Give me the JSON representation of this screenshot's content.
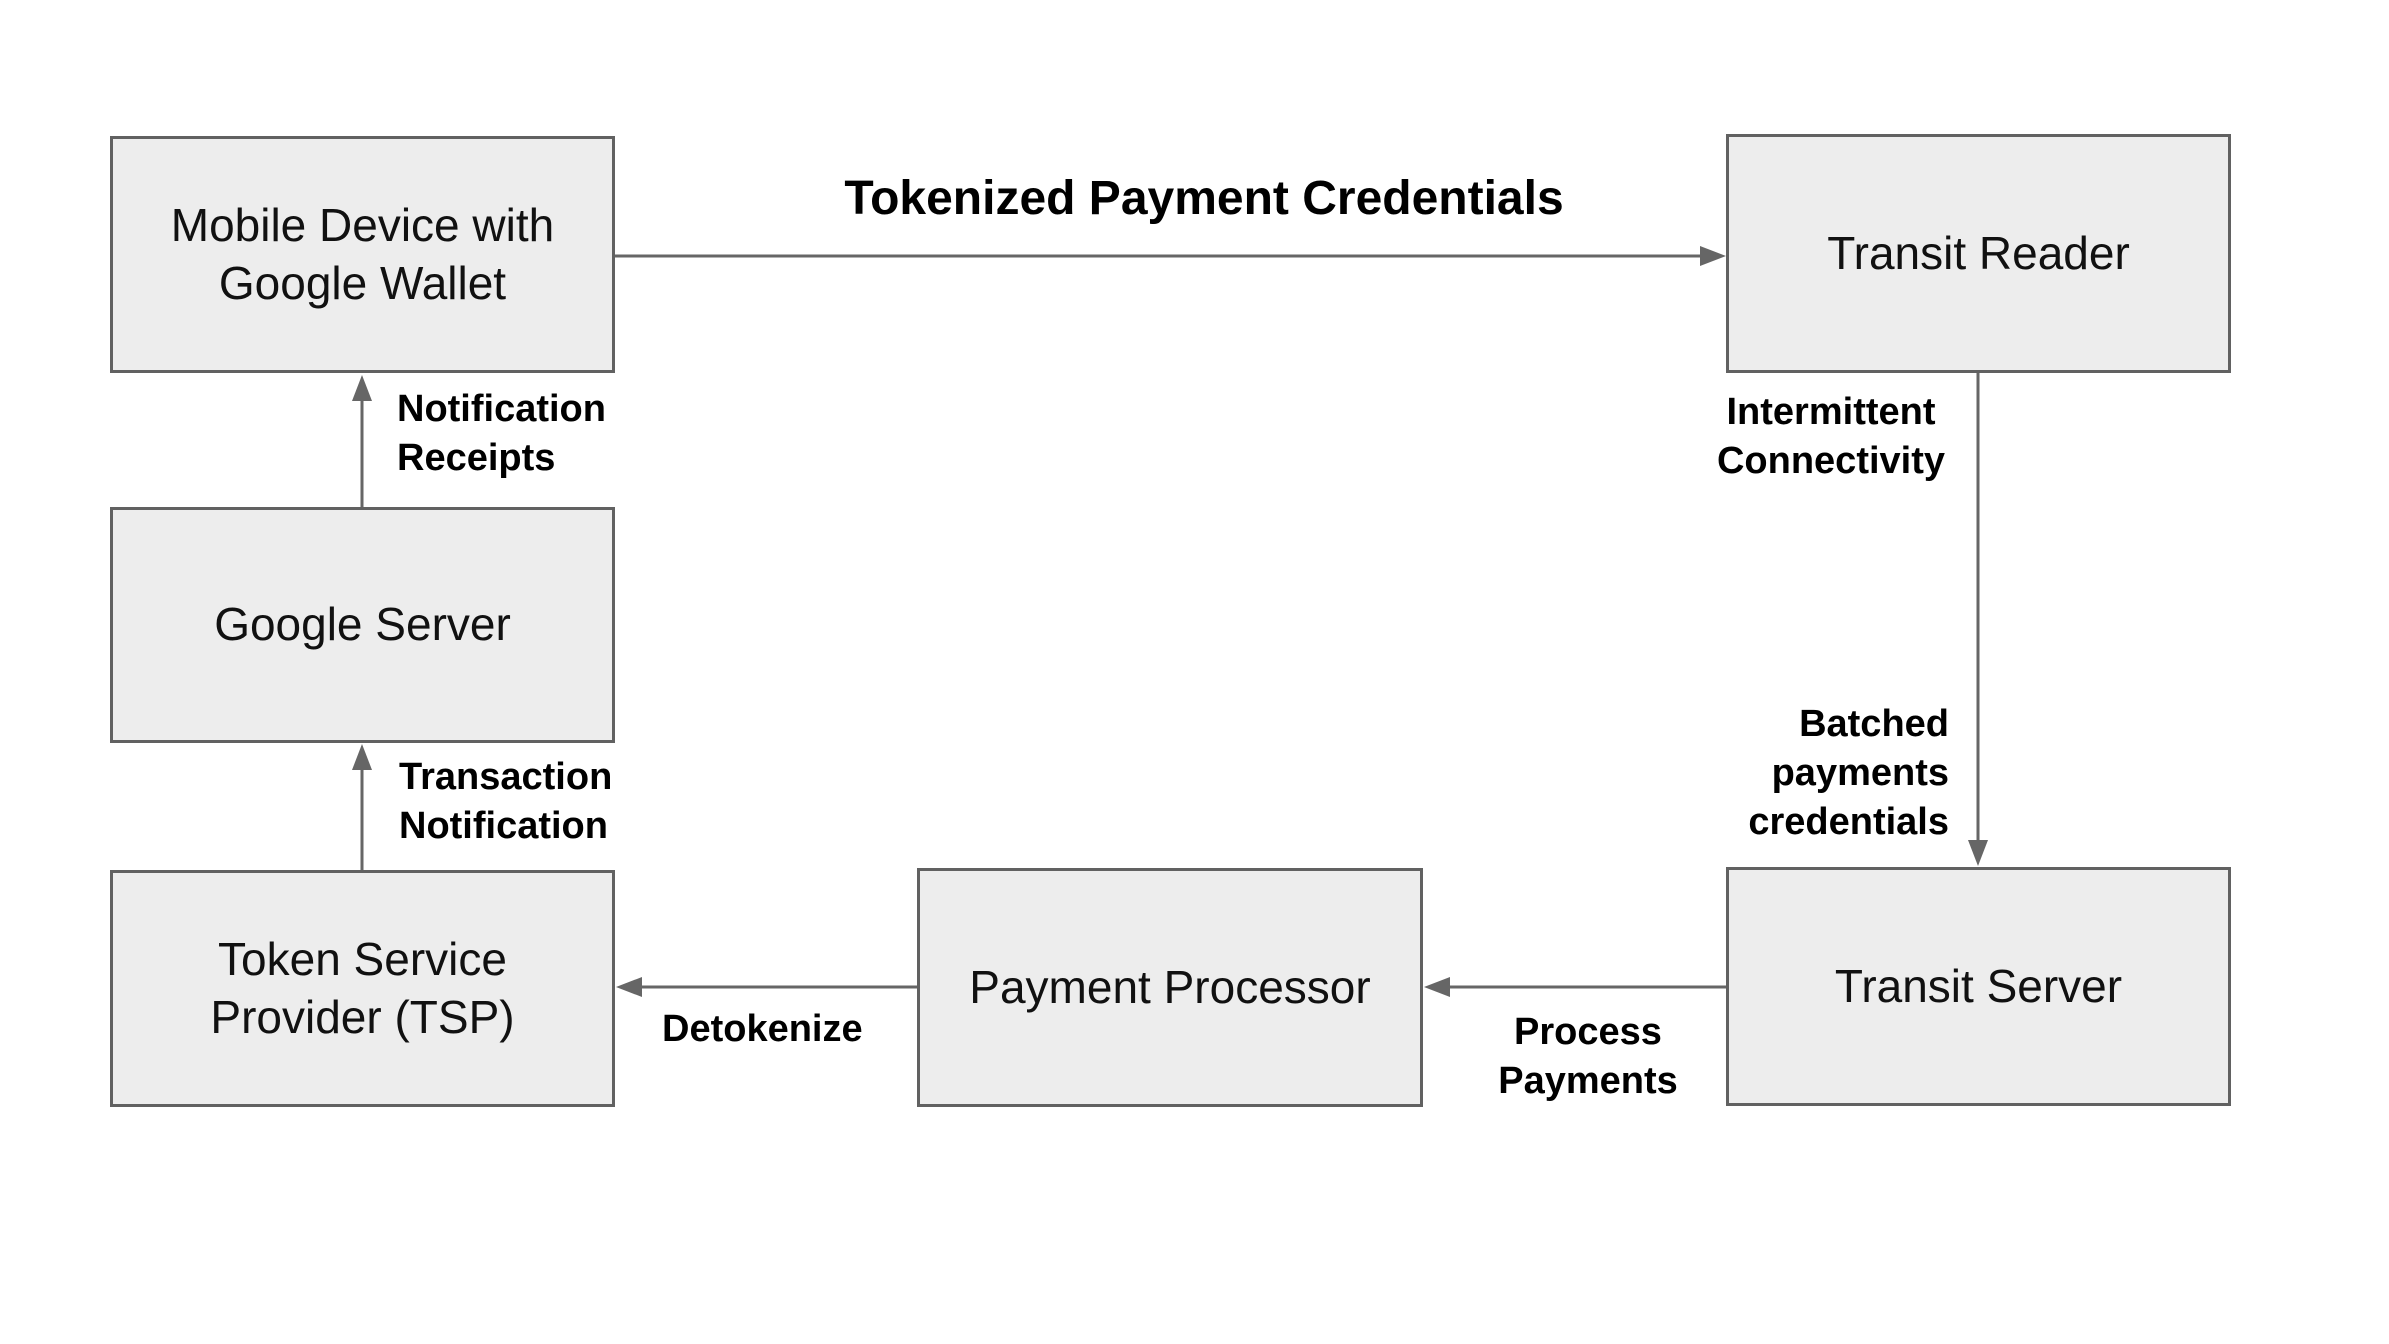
{
  "diagram": {
    "colors": {
      "background": "#ffffff",
      "node_fill": "#ededed",
      "node_border": "#616161",
      "arrow": "#666666",
      "node_text": "#111111",
      "label_text": "#000000"
    },
    "nodes": {
      "mobile_device": {
        "label": "Mobile Device with\nGoogle Wallet"
      },
      "transit_reader": {
        "label": "Transit Reader"
      },
      "google_server": {
        "label": "Google Server"
      },
      "token_service_provider": {
        "label": "Token Service\nProvider (TSP)"
      },
      "payment_processor": {
        "label": "Payment Processor"
      },
      "transit_server": {
        "label": "Transit Server"
      }
    },
    "edges": {
      "tokenized_payment_credentials": {
        "from": "mobile_device",
        "to": "transit_reader",
        "label": "Tokenized Payment Credentials"
      },
      "notification_receipts": {
        "from": "google_server",
        "to": "mobile_device",
        "label": "Notification\nReceipts"
      },
      "reader_to_server": {
        "from": "transit_reader",
        "to": "transit_server",
        "labels": {
          "upper": "Intermittent\nConnectivity",
          "lower": "Batched\npayments\ncredentials"
        }
      },
      "transaction_notification": {
        "from": "token_service_provider",
        "to": "google_server",
        "label": "Transaction\nNotification"
      },
      "process_payments": {
        "from": "transit_server",
        "to": "payment_processor",
        "label": "Process\nPayments"
      },
      "detokenize": {
        "from": "payment_processor",
        "to": "token_service_provider",
        "label": "Detokenize"
      }
    }
  }
}
